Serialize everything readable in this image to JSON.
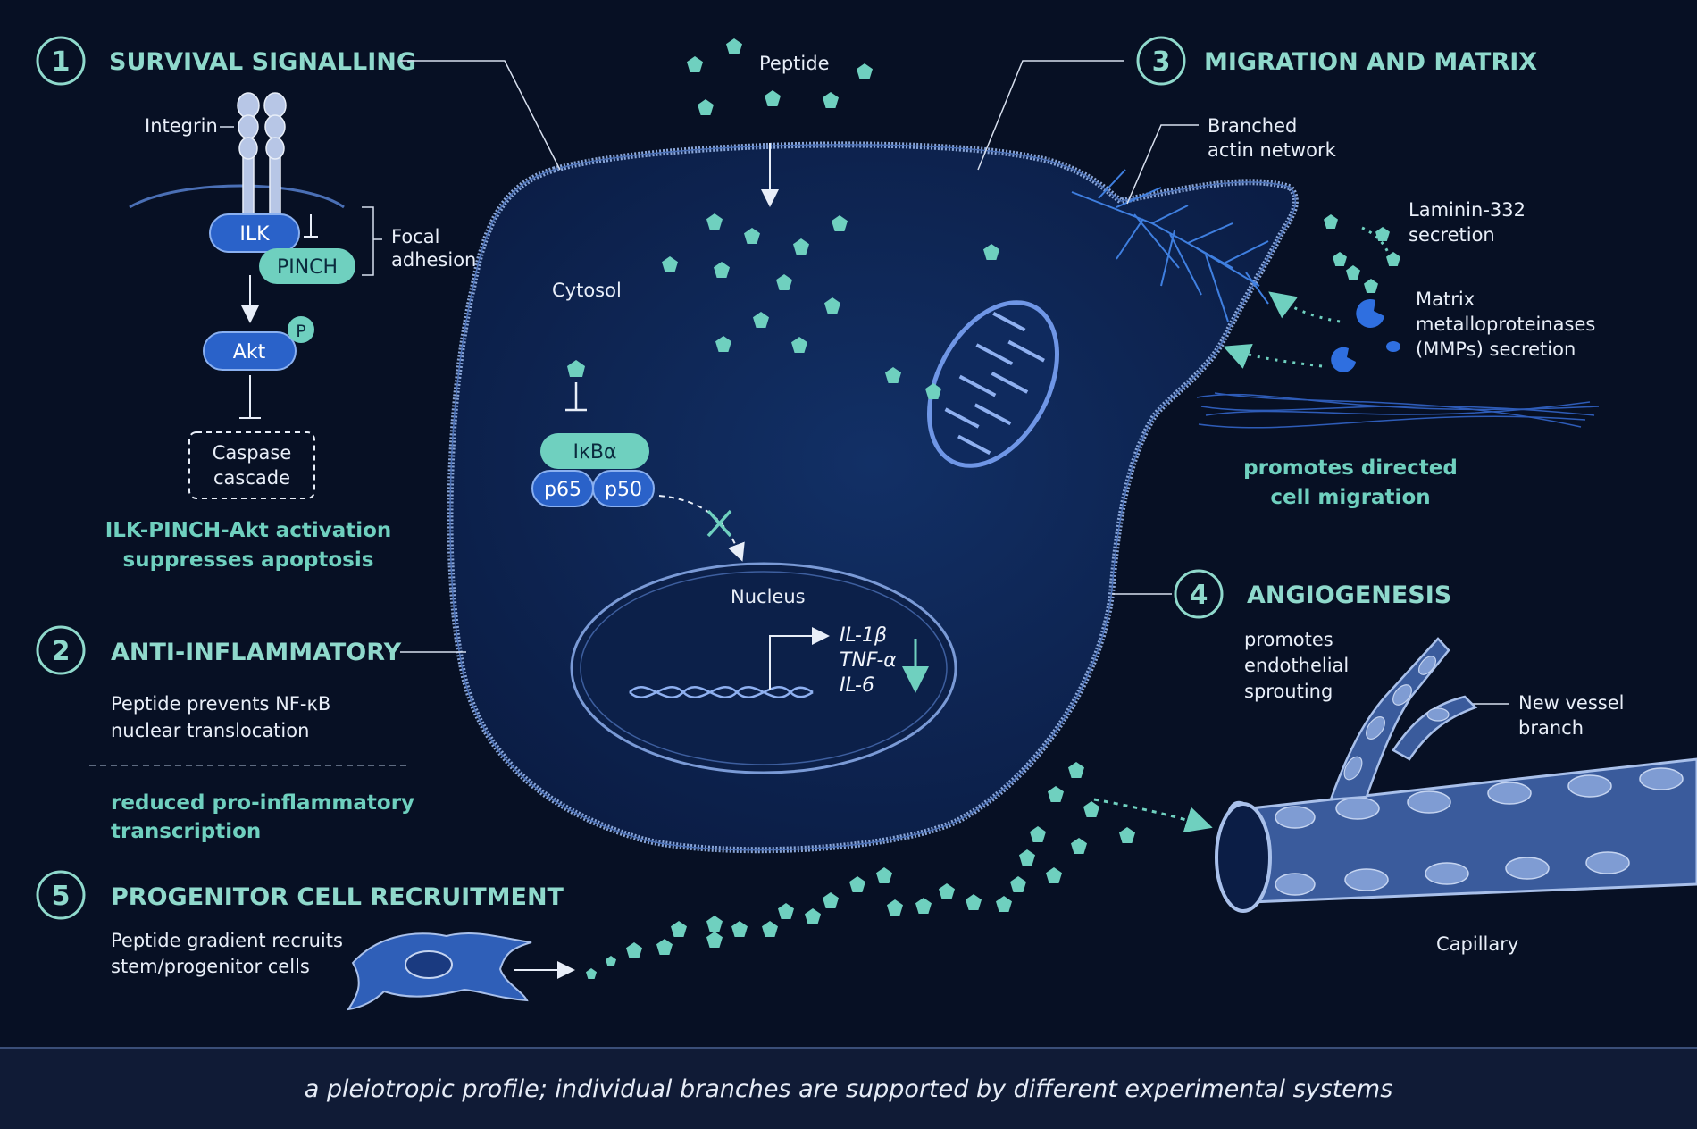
{
  "peptide_label": "Peptide",
  "cytosol_label": "Cytosol",
  "nucleus_label": "Nucleus",
  "s1": {
    "number": "1",
    "title": "SURVIVAL SIGNALLING",
    "integrin": "Integrin",
    "ilk": "ILK",
    "pinch": "PINCH",
    "focal_1": "Focal",
    "focal_2": "adhesion",
    "akt": "Akt",
    "p": "P",
    "caspase_1": "Caspase",
    "caspase_2": "cascade",
    "note_1": "ILK-PINCH-Akt activation",
    "note_2": "suppresses apoptosis"
  },
  "s2": {
    "number": "2",
    "title": "ANTI-INFLAMMATORY",
    "text_1": "Peptide prevents NF-κB",
    "text_2": "nuclear translocation",
    "note_1": "reduced pro-inflammatory",
    "note_2": "transcription",
    "ikba": "IκBα",
    "p65": "p65",
    "p50": "p50",
    "genes": [
      "IL-1β",
      "TNF-α",
      "IL-6"
    ]
  },
  "s3": {
    "number": "3",
    "title": "MIGRATION AND MATRIX",
    "actin_1": "Branched",
    "actin_2": "actin network",
    "laminin_1": "Laminin-332",
    "laminin_2": "secretion",
    "mmp_1": "Matrix",
    "mmp_2": "metalloproteinases",
    "mmp_3": "(MMPs) secretion",
    "note_1": "promotes directed",
    "note_2": "cell migration"
  },
  "s4": {
    "number": "4",
    "title": "ANGIOGENESIS",
    "text_1": "promotes",
    "text_2": "endothelial",
    "text_3": "sprouting",
    "branch_1": "New vessel",
    "branch_2": "branch",
    "capillary": "Capillary"
  },
  "s5": {
    "number": "5",
    "title": "PROGENITOR CELL RECRUITMENT",
    "text_1": "Peptide gradient recruits",
    "text_2": "stem/progenitor cells"
  },
  "footer": "a pleiotropic profile; individual branches are supported by different experimental systems",
  "colors": {
    "background": "#071024",
    "teal": "#6fd0bf",
    "blue": "#2a62c9",
    "membrane": "#8aa6d8"
  }
}
